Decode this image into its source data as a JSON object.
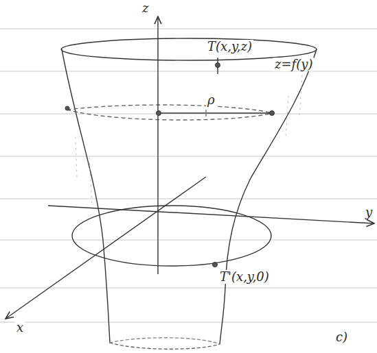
{
  "diagram": {
    "labels": [
      "z",
      "T(x,y,z)",
      "z=f(y)",
      "ρ",
      "y",
      "x",
      "T'(x,y,0)",
      "c)"
    ]
  }
}
